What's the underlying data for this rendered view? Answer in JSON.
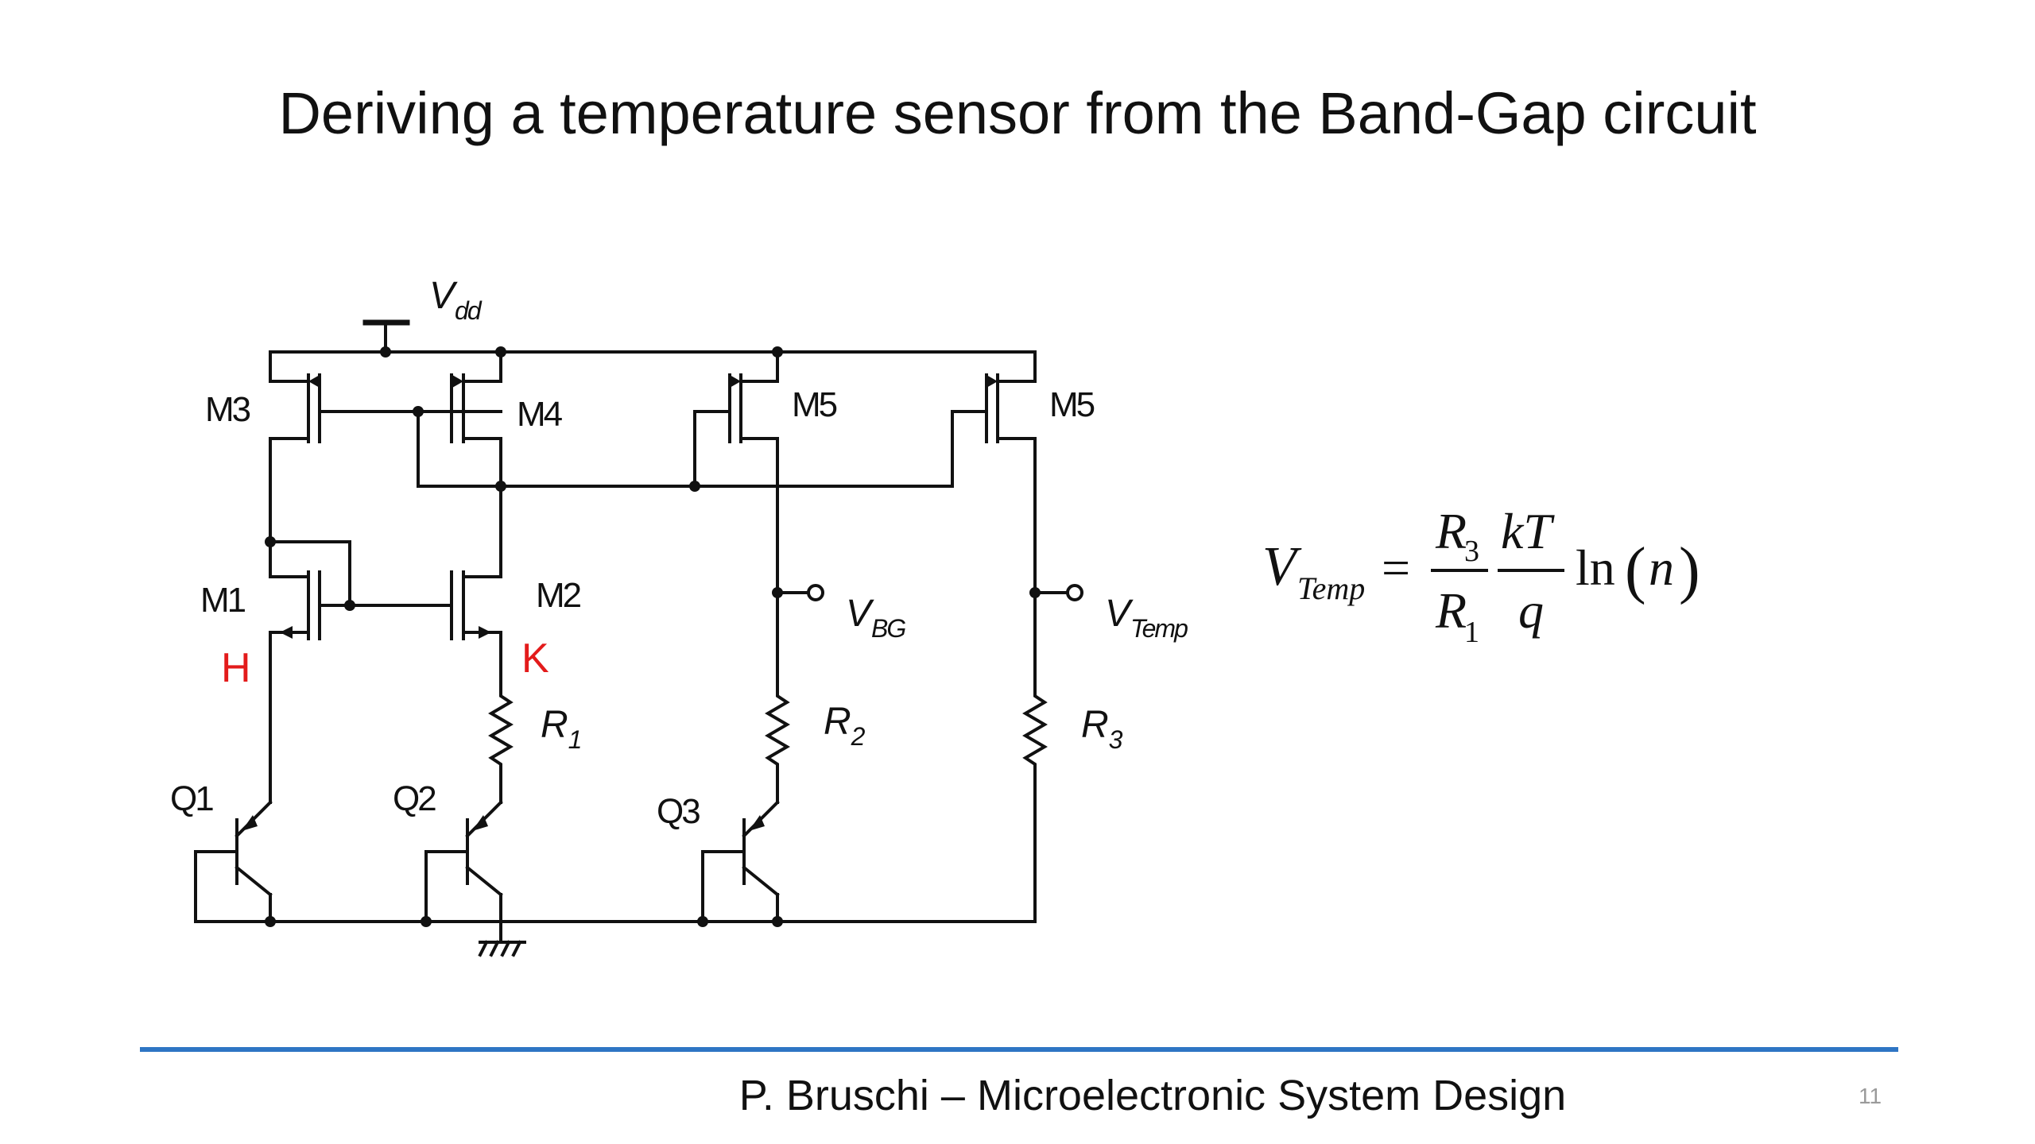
{
  "title": "Deriving a temperature sensor from the Band-Gap circuit",
  "circuit": {
    "supply_label": "V",
    "supply_sub": "dd",
    "transistors": {
      "m1": "M1",
      "m2": "M2",
      "m3": "M3",
      "m4": "M4",
      "m5_left": "M5",
      "m5_right": "M5",
      "q1": "Q1",
      "q2": "Q2",
      "q3": "Q3"
    },
    "nodes": {
      "h": "H",
      "k": "K"
    },
    "resistors": {
      "r1": {
        "letter": "R",
        "sub": "1"
      },
      "r2": {
        "letter": "R",
        "sub": "2"
      },
      "r3": {
        "letter": "R",
        "sub": "3"
      }
    },
    "outputs": {
      "vbg": {
        "letter": "V",
        "sub": "BG"
      },
      "vtemp": {
        "letter": "V",
        "sub": "Temp"
      }
    }
  },
  "equation": {
    "lhs_letter": "V",
    "lhs_sub": "Temp",
    "equals": "=",
    "r_num": "R",
    "r_num_sub": "3",
    "r_den": "R",
    "r_den_sub": "1",
    "kt": "kT",
    "q": "q",
    "ln": "ln",
    "paren_open": "(",
    "n": "n",
    "paren_close": ")"
  },
  "footer": {
    "text": "P. Bruschi – Microelectronic System Design",
    "page_number": "11"
  },
  "colors": {
    "footer_rule": "#2e75c4",
    "node_label": "#e31b1b"
  }
}
